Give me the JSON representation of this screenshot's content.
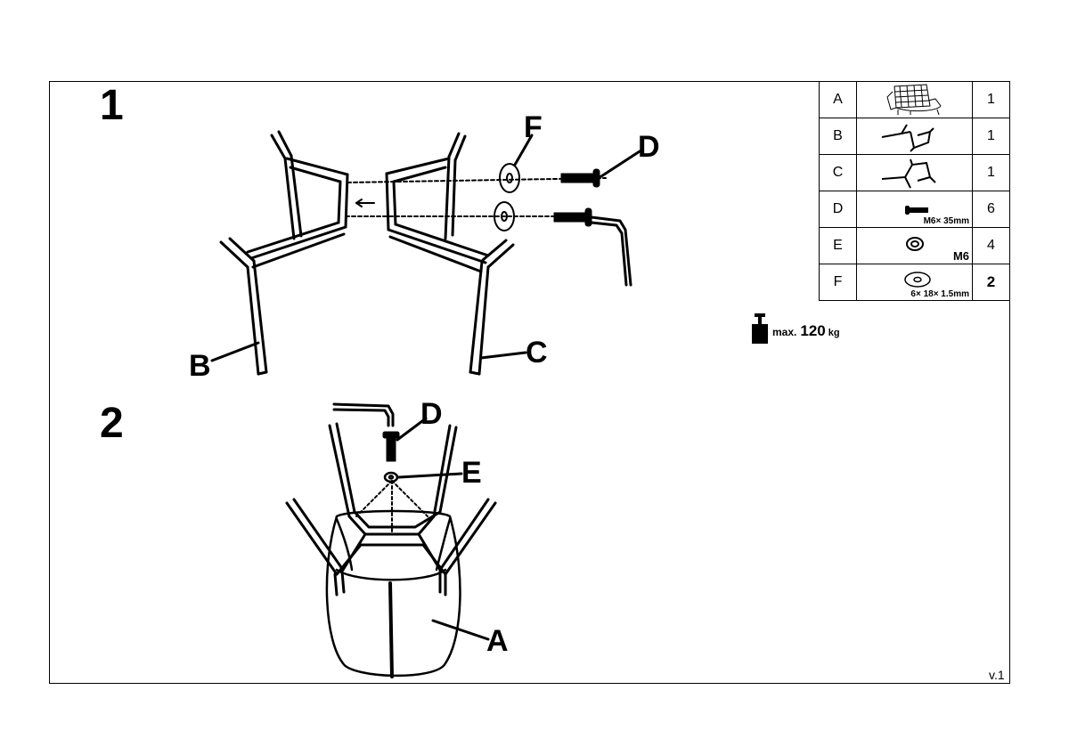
{
  "steps": [
    "1",
    "2"
  ],
  "callouts": {
    "step1": {
      "F": "F",
      "D": "D",
      "B": "B",
      "C": "C"
    },
    "step2": {
      "D": "D",
      "E": "E",
      "A": "A"
    }
  },
  "parts": [
    {
      "letter": "A",
      "icon": "armchair-icon",
      "spec": "",
      "qty": "1",
      "qty_bold": false
    },
    {
      "letter": "B",
      "icon": "leg-frame-b-icon",
      "spec": "",
      "qty": "1",
      "qty_bold": false
    },
    {
      "letter": "C",
      "icon": "leg-frame-c-icon",
      "spec": "",
      "qty": "1",
      "qty_bold": false
    },
    {
      "letter": "D",
      "icon": "bolt-icon",
      "spec": "M6× 35mm",
      "qty": "6",
      "qty_bold": false
    },
    {
      "letter": "E",
      "icon": "spring-washer-icon",
      "spec": "M6",
      "qty": "4",
      "qty_bold": false
    },
    {
      "letter": "F",
      "icon": "flat-washer-icon",
      "spec": "6× 18× 1.5mm",
      "qty": "2",
      "qty_bold": true
    }
  ],
  "max_load": {
    "label": "max.",
    "value": "120",
    "unit": "kg",
    "icon": "weight-icon"
  },
  "version": "v.1"
}
